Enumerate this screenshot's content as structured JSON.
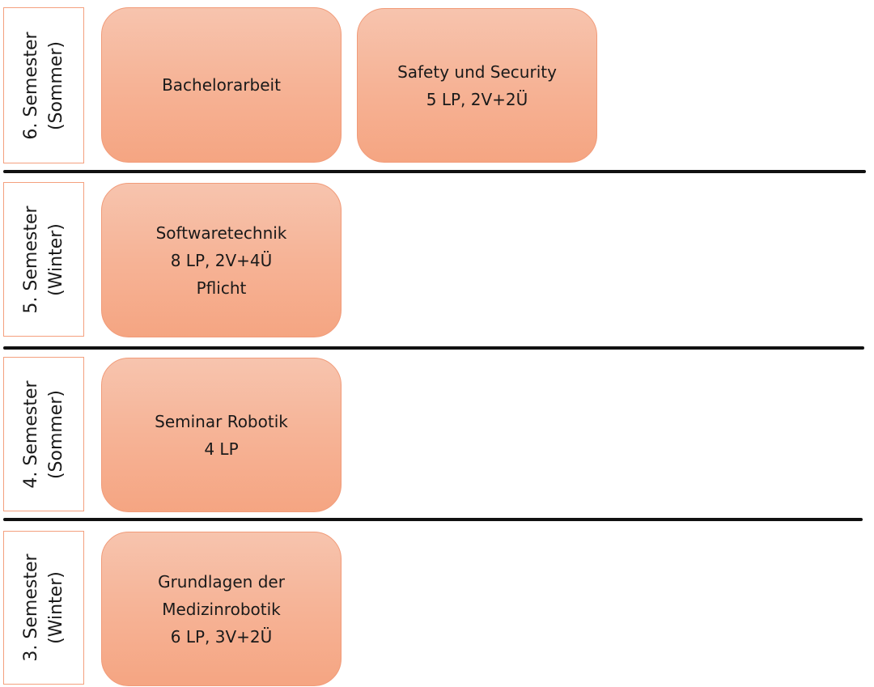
{
  "semesters": [
    {
      "label": [
        "6. Semester",
        "(Sommer)"
      ],
      "modules": [
        {
          "lines": [
            "Bachelorarbeit"
          ]
        },
        {
          "lines": [
            "Safety und Security",
            "5 LP, 2V+2Ü"
          ]
        }
      ]
    },
    {
      "label": [
        "5. Semester",
        "(Winter)"
      ],
      "modules": [
        {
          "lines": [
            "Softwaretechnik",
            "8 LP, 2V+4Ü",
            "Pflicht"
          ]
        }
      ]
    },
    {
      "label": [
        "4. Semester",
        "(Sommer)"
      ],
      "modules": [
        {
          "lines": [
            "Seminar Robotik",
            "4 LP"
          ]
        }
      ]
    },
    {
      "label": [
        "3. Semester",
        "(Winter)"
      ],
      "modules": [
        {
          "lines": [
            "Grundlagen der",
            "Medizinrobotik",
            "6 LP, 3V+2Ü"
          ]
        }
      ]
    }
  ],
  "colors": {
    "module_fill_top": "#f7c4ae",
    "module_fill_bottom": "#f5a582",
    "module_border": "#f19b79",
    "label_border": "#f4a07e",
    "divider": "#111111"
  }
}
